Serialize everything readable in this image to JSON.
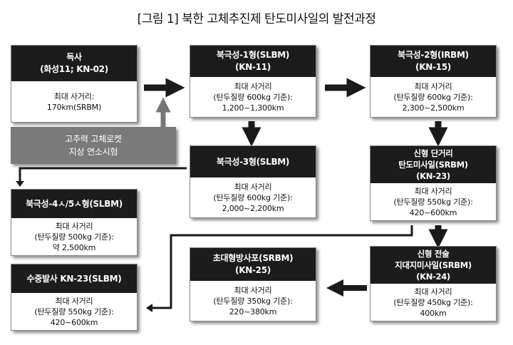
{
  "title": "[그림 1] 북한 고체추진제 탄도미사일의 발전과정",
  "boxes": {
    "toksa": {
      "head": [
        "독사",
        "(화성11; KN-02)"
      ],
      "body": [
        "최대 사거리:",
        "170km(SRBM)"
      ]
    },
    "bgs1": {
      "head": [
        "북극성-1형(SLBM)",
        "(KN-11)"
      ],
      "body": [
        "최대 사거리",
        "(탄두질량 600kg 기준):",
        "1,200~1,300km"
      ]
    },
    "bgs2": {
      "head": [
        "북극성-2형(IRBM)",
        "(KN-15)"
      ],
      "body": [
        "최대 사거리",
        "(탄두질량 600kg 기준):",
        "2,300~2,500km"
      ]
    },
    "bgs3": {
      "head": [
        "북극성-3형(SLBM)"
      ],
      "body": [
        "최대 사거리",
        "(탄두질량 600kg 기준):",
        "2,000~2,200km"
      ]
    },
    "bgs45": {
      "head": [
        "북극성-4ㅅ/5ㅅ형(SLBM)"
      ],
      "body": [
        "최대 사거리",
        "(탄두질량 500kg 기준):",
        "약 2,500km"
      ]
    },
    "kn23": {
      "head": [
        "신형 단거리",
        "탄도미사일(SRBM)",
        "(KN-23)"
      ],
      "body": [
        "최대 사거리",
        "(탄두질량 550kg 기준):",
        "420~600km"
      ]
    },
    "underwater": {
      "head": [
        "수중발사 KN-23(SLBM)"
      ],
      "body": [
        "최대 사거리",
        "(탄두질량 550kg 기준):",
        "420~600km"
      ]
    },
    "kn25": {
      "head": [
        "초대형방사포(SRBM)",
        "(KN-25)"
      ],
      "body": [
        "최대 사거리",
        "(탄두질량 350kg 기준):",
        "220~380km"
      ]
    },
    "kn24": {
      "head": [
        "신형 전술",
        "지대지미사일(SRBM)",
        "(KN-24)"
      ],
      "body": [
        "최대 사거리",
        "(탄두질량 450kg 기준):",
        "400km"
      ]
    }
  },
  "test_box": [
    "고추력 고체로켓",
    "지상 연소시험"
  ]
}
